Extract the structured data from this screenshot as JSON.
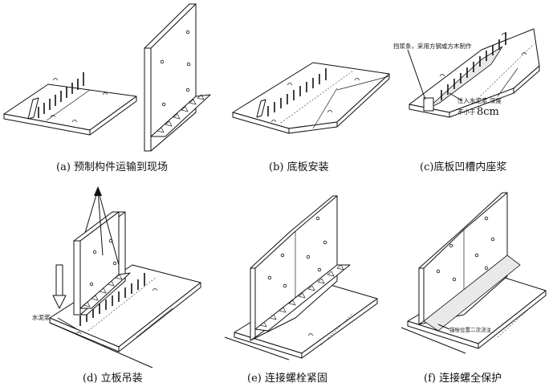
{
  "captions": {
    "a": "(a)  预制构件运输到现场",
    "b": "(b)  底板安装",
    "c": "(c)底板凹槽内座浆",
    "d": "(d)  立板吊装",
    "e": "(e)  连接螺栓紧固",
    "f": "(f)  连接螺全保护"
  },
  "annotations": {
    "c_baffle": "挡浆条，采用方钢或方木制作",
    "c_inject_1": "注入水泥浆,深度",
    "c_inject_2": "不小于",
    "c_depth": "8cm",
    "d_grout": "水泥浆",
    "f_grout": "锚栓位置二次浇注"
  }
}
